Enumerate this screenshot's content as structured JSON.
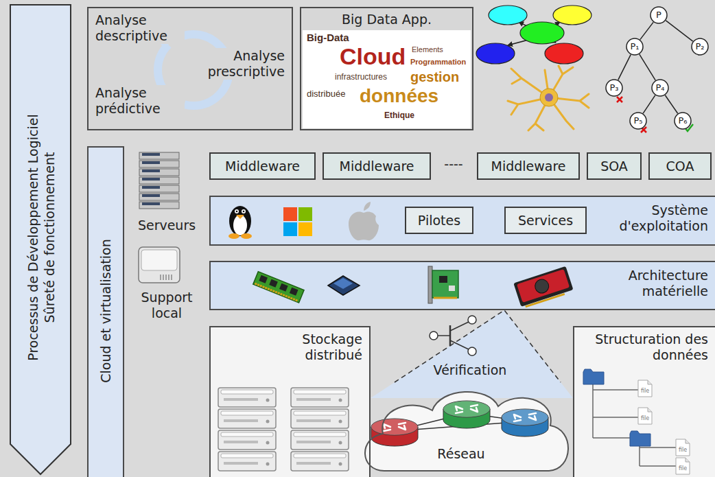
{
  "diagram": {
    "nodes": [
      {
        "text": [
          "Processus de Développement Logiciel",
          "Sûreté de fonctionnement"
        ]
      },
      {
        "text": [
          "Analyse descriptive",
          "Analyse prescriptive",
          "Analyse prédictive"
        ]
      },
      {
        "text": [
          "Big Data App."
        ]
      },
      {
        "text": [
          "P"
        ]
      },
      {
        "text": [
          "P₁"
        ]
      },
      {
        "text": [
          "P₂"
        ]
      },
      {
        "text": [
          "P₃"
        ]
      },
      {
        "text": [
          "P₄"
        ]
      },
      {
        "text": [
          "P₅"
        ]
      },
      {
        "text": [
          "P₆"
        ]
      },
      {
        "text": [
          "Cloud et virtualisation"
        ]
      },
      {
        "text": [
          "Middleware"
        ]
      },
      {
        "text": [
          "Middleware"
        ]
      },
      {
        "text": [
          "Middleware"
        ]
      },
      {
        "text": [
          "SOA"
        ]
      },
      {
        "text": [
          "COA"
        ]
      },
      {
        "text": [
          "Système d'exploitation"
        ]
      },
      {
        "text": [
          "Pilotes"
        ],
        "in": 16
      },
      {
        "text": [
          "Services"
        ],
        "in": 16
      },
      {
        "text": [
          "Architecture matérielle"
        ]
      },
      {
        "text": [
          "Stockage distribué"
        ]
      },
      {
        "text": [
          "Vérification"
        ]
      },
      {
        "text": [
          "Réseau"
        ]
      },
      {
        "text": [
          "Structuration des données"
        ]
      }
    ],
    "edges": [
      {
        "from": 3,
        "to": 4,
        "arrow": "none"
      },
      {
        "from": 3,
        "to": 5,
        "arrow": "none"
      },
      {
        "from": 4,
        "to": 6,
        "arrow": "none"
      },
      {
        "from": 4,
        "to": 7,
        "arrow": "none"
      },
      {
        "from": 7,
        "to": 8,
        "arrow": "none"
      },
      {
        "from": 7,
        "to": 9,
        "arrow": "none"
      }
    ],
    "labels": [
      "Serveurs",
      "Support local",
      "----",
      "Big-Data",
      "Cloud",
      "Elements",
      "Programmation",
      "infrastructures",
      "distribuée",
      "gestion",
      "données",
      "Ethique",
      "file",
      "file",
      "file",
      "file"
    ]
  }
}
